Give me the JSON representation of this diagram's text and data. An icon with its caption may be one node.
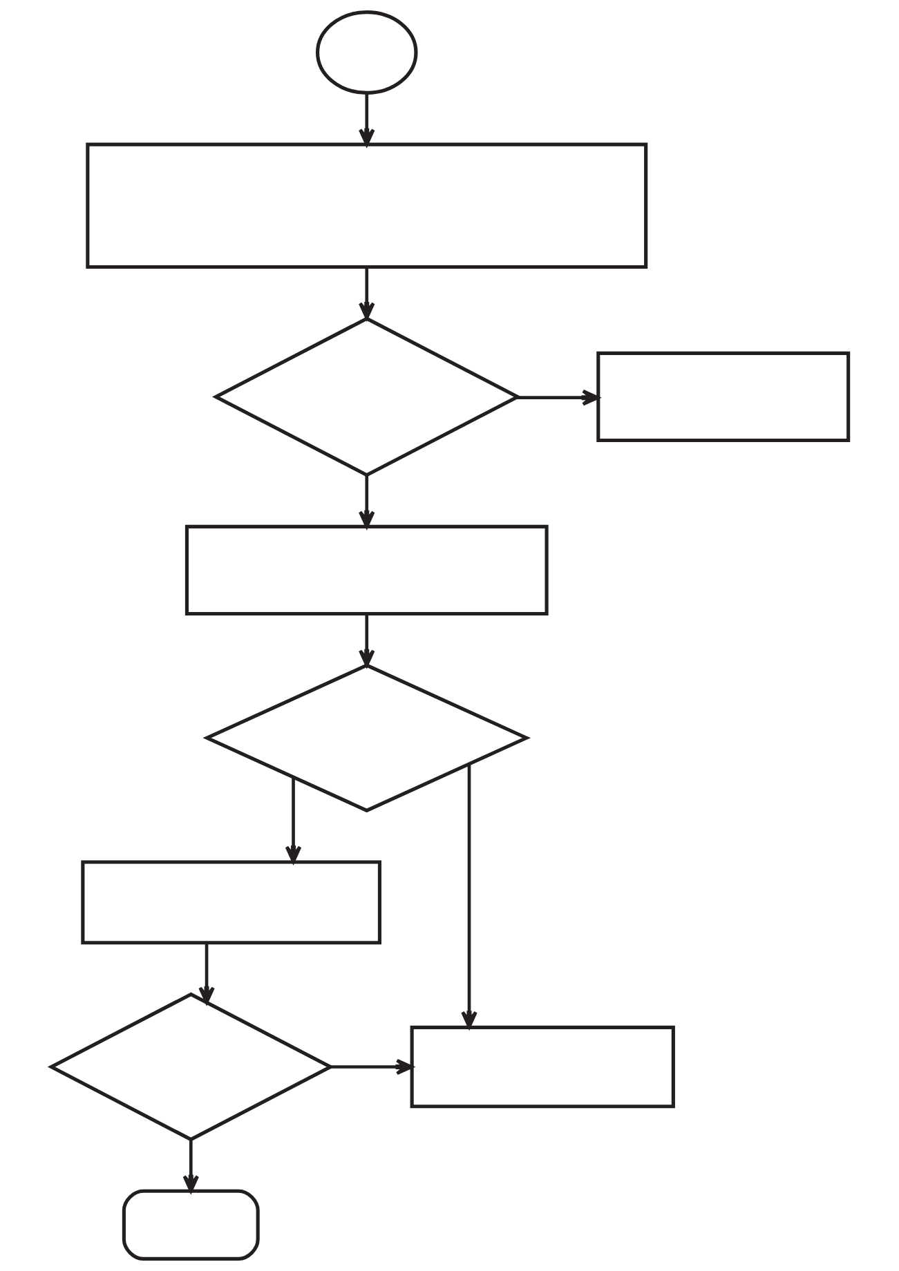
{
  "diagram": {
    "nodes": [
      {
        "text": [],
        "shape": "circle"
      },
      {
        "text": [],
        "shape": "box"
      },
      {
        "text": [],
        "shape": "diamond"
      },
      {
        "text": [],
        "shape": "box"
      },
      {
        "text": [],
        "shape": "box"
      },
      {
        "text": [],
        "shape": "diamond"
      },
      {
        "text": [],
        "shape": "box"
      },
      {
        "text": [],
        "shape": "diamond"
      },
      {
        "text": [],
        "shape": "box"
      },
      {
        "text": [],
        "shape": "box"
      }
    ],
    "edges": [
      {
        "from": 0,
        "to": 1,
        "arrow": "to"
      },
      {
        "from": 1,
        "to": 2,
        "arrow": "to"
      },
      {
        "from": 2,
        "to": 3,
        "arrow": "to"
      },
      {
        "from": 2,
        "to": 4,
        "arrow": "to"
      },
      {
        "from": 4,
        "to": 5,
        "arrow": "to"
      },
      {
        "from": 5,
        "to": 8,
        "arrow": "to"
      },
      {
        "from": 5,
        "to": 6,
        "arrow": "to"
      },
      {
        "from": 6,
        "to": 7,
        "arrow": "to"
      },
      {
        "from": 7,
        "to": 8,
        "arrow": "to"
      },
      {
        "from": 7,
        "to": 9,
        "arrow": "to"
      }
    ]
  }
}
